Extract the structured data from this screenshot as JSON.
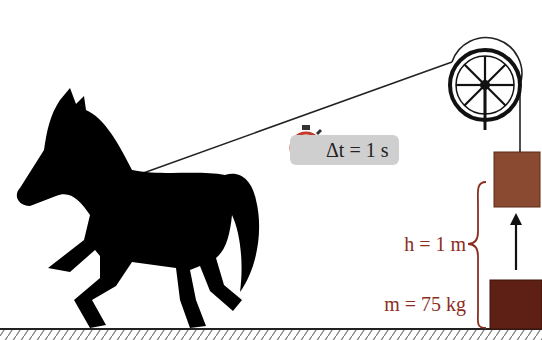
{
  "diagram": {
    "nodes": [
      {
        "text": [
          "Δt = 1 s"
        ]
      }
    ],
    "labels": [
      "h = 1 m",
      "m = 75 kg"
    ]
  }
}
